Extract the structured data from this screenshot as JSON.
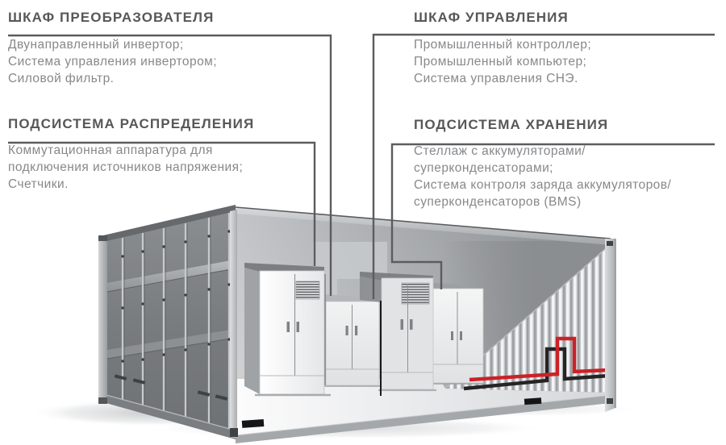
{
  "callouts": {
    "converter": {
      "title": "ШКАФ ПРЕОБРАЗОВАТЕЛЯ",
      "lines": [
        "Двунаправленный инвертор;",
        "Система управления инвертором;",
        "Силовой фильтр."
      ]
    },
    "control": {
      "title": "ШКАФ УПРАВЛЕНИЯ",
      "lines": [
        "Промышленный контроллер;",
        "Промышленный компьютер;",
        "Система управления СНЭ."
      ]
    },
    "distribution": {
      "title": "ПОДСИСТЕМА РАСПРЕДЕЛЕНИЯ",
      "lines": [
        "Коммутационная аппаратура для",
        "подключения источников напряжения;",
        "Счетчики."
      ]
    },
    "storage": {
      "title": "ПОДСИСТЕМА ХРАНЕНИЯ",
      "lines": [
        "Стеллаж с аккумуляторами/",
        "суперконденсаторами;",
        "Система контроля заряда аккумуляторов/",
        "суперконденсаторов (BMS)"
      ]
    }
  },
  "colors": {
    "heading_gray": "#565759",
    "body_gray": "#87888b",
    "leader_gray": "#5b5c5e",
    "cable_red": "#cc2127",
    "cable_black": "#262324"
  }
}
